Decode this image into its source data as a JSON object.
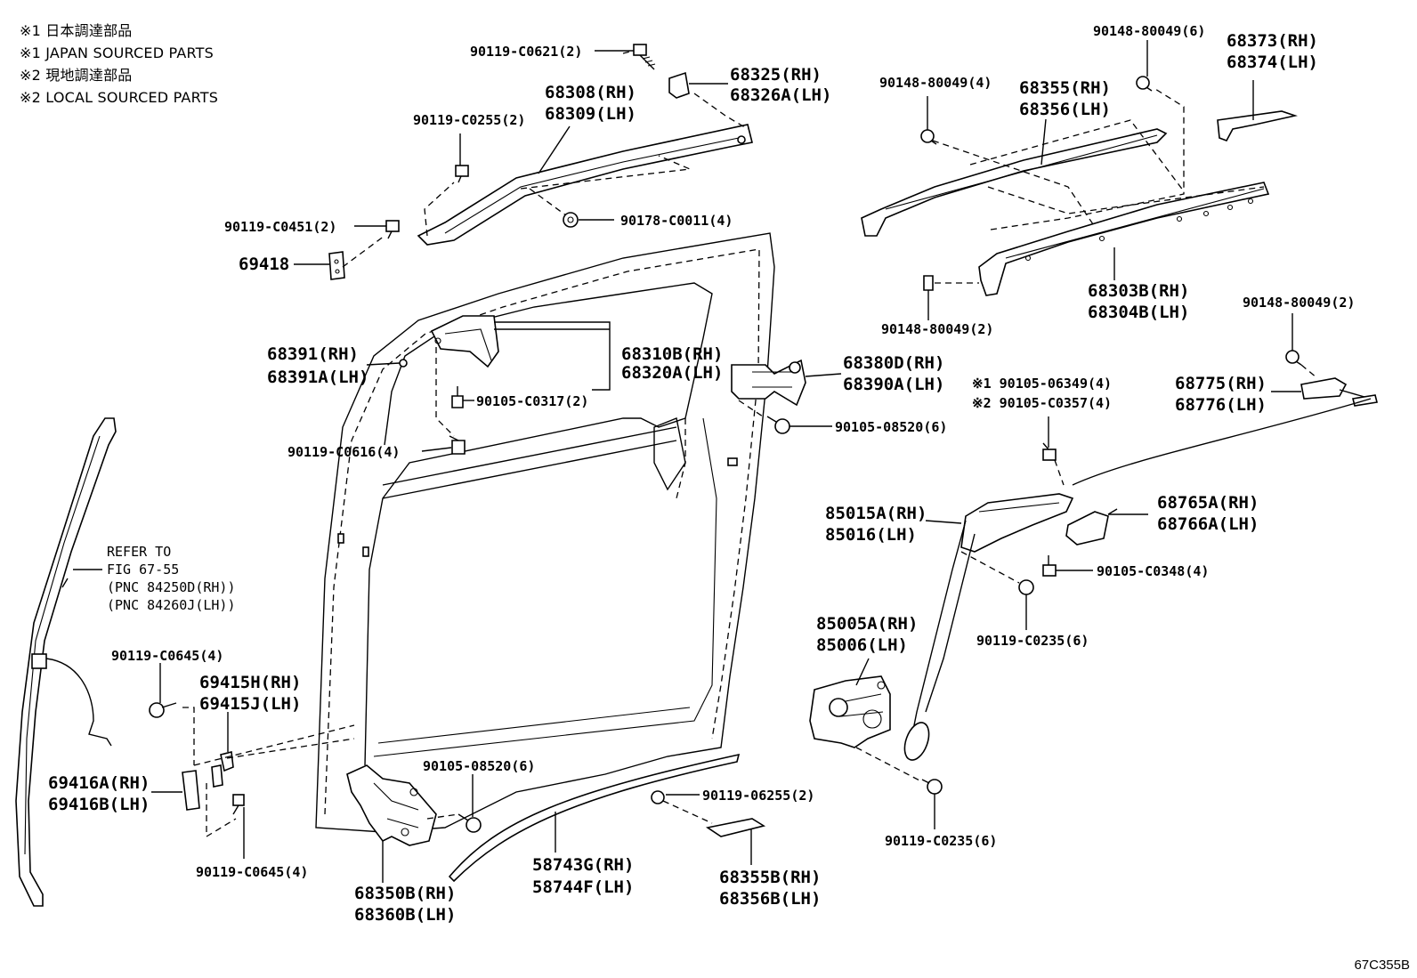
{
  "legend": [
    "※1 日本調達部品",
    "※1 JAPAN SOURCED PARTS",
    "※2 現地調達部品",
    "※2 LOCAL SOURCED PARTS"
  ],
  "callouts": {
    "c1": "90119-C0621(2)",
    "c2a": "68325(RH)",
    "c2b": "68326A(LH)",
    "c3a": "68308(RH)",
    "c3b": "68309(LH)",
    "c4": "90119-C0255(2)",
    "c5": "90119-C0451(2)",
    "c6": "90178-C0011(4)",
    "c7": "69418",
    "c8": "90148-80049(6)",
    "c9a": "68373(RH)",
    "c9b": "68374(LH)",
    "c10": "90148-80049(4)",
    "c11a": "68355(RH)",
    "c11b": "68356(LH)",
    "c12a": "68303B(RH)",
    "c12b": "68304B(LH)",
    "c13": "90148-80049(2)",
    "c14a": "68391(RH)",
    "c14b": "68391A(LH)",
    "c15a": "68310B(RH)",
    "c15b": "68320A(LH)",
    "c16": "90105-C0317(2)",
    "c17a": "68380D(RH)",
    "c17b": "68390A(LH)",
    "c18": "90148-80049(2)",
    "c19": "90119-C0616(4)",
    "c20": "90105-08520(6)",
    "c21a": "※1 90105-06349(4)",
    "c21b": "※2 90105-C0357(4)",
    "c22a": "68775(RH)",
    "c22b": "68776(LH)",
    "c23a": "85015A(RH)",
    "c23b": "85016(LH)",
    "c24a": "68765A(RH)",
    "c24b": "68766A(LH)",
    "c25": "90105-C0348(4)",
    "c26": "90119-C0235(6)",
    "c27a": "85005A(RH)",
    "c27b": "85006(LH)",
    "c28": "90119-C0645(4)",
    "c29a": "69415H(RH)",
    "c29b": "69415J(LH)",
    "c30a": "69416A(RH)",
    "c30b": "69416B(LH)",
    "c31": "90119-C0645(4)",
    "c32": "90105-08520(6)",
    "c33": "90119-06255(2)",
    "c34a": "58743G(RH)",
    "c34b": "58744F(LH)",
    "c35a": "68355B(RH)",
    "c35b": "68356B(LH)",
    "c36a": "68350B(RH)",
    "c36b": "68360B(LH)",
    "c37": "90119-C0235(6)"
  },
  "refer": {
    "line1": "REFER TO",
    "line2": "FIG 67-55",
    "line3": "(PNC 84250D(RH))",
    "line4": "(PNC 84260J(LH))"
  },
  "diagram_code": "67C355B"
}
